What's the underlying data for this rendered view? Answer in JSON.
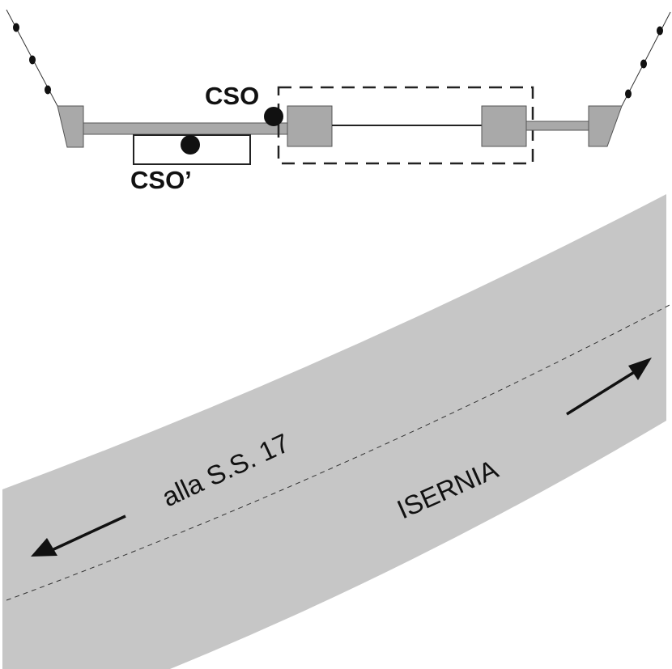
{
  "cross_section": {
    "labels": {
      "cso": "CSO",
      "cso_prime": "CSO’"
    }
  },
  "plan_view": {
    "road_labels": {
      "left_direction": "alla S.S. 17",
      "right_direction": "ISERNIA"
    },
    "arrows": [
      "arrow-left-icon",
      "arrow-right-icon"
    ]
  },
  "colors": {
    "structure_fill": "#a9a9a9",
    "road_fill": "#c6c6c6",
    "ink": "#111111"
  }
}
